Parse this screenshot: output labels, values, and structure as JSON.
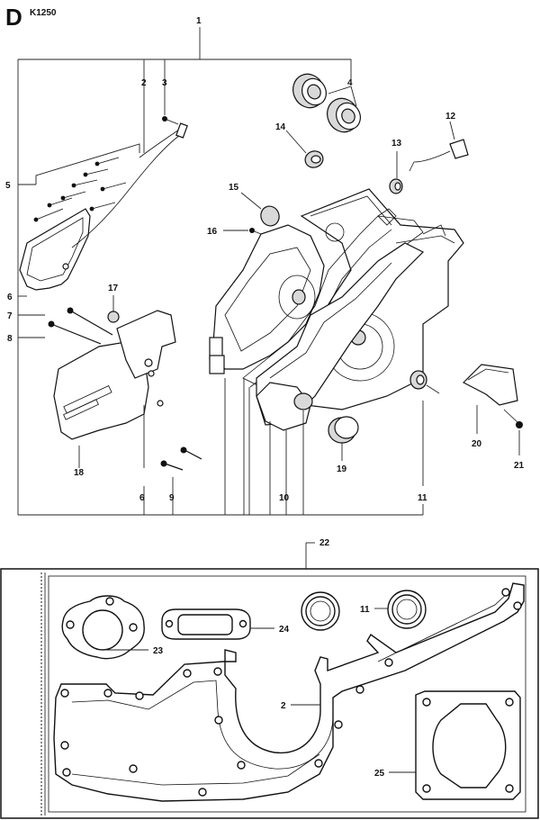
{
  "header": {
    "section_letter": "D",
    "model": "K1250"
  },
  "callouts": {
    "c1": "1",
    "c2": "2",
    "c3": "3",
    "c4": "4",
    "c5": "5",
    "c6": "6",
    "c6b": "6",
    "c7": "7",
    "c8": "8",
    "c9": "9",
    "c10": "10",
    "c11": "11",
    "c11b": "11",
    "c12": "12",
    "c13": "13",
    "c14": "14",
    "c15": "15",
    "c16": "16",
    "c17": "17",
    "c18": "18",
    "c19": "19",
    "c20": "20",
    "c21": "21",
    "c22": "22",
    "c23": "23",
    "c24": "24",
    "c2b": "2",
    "c25": "25"
  }
}
